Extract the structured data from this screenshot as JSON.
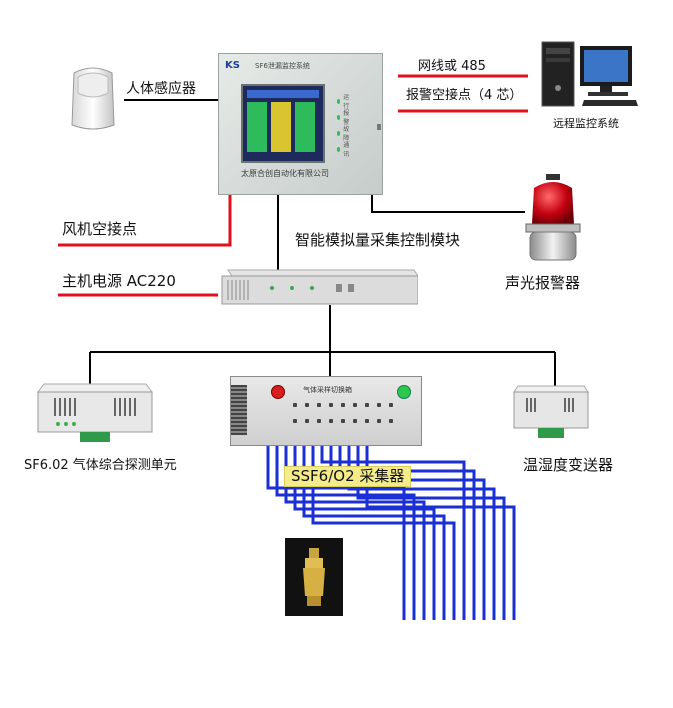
{
  "panel": {
    "logo": "KS",
    "title": "SF6泄漏监控系统",
    "company": "太原合创自动化有限公司",
    "indicator_labels": [
      "运行",
      "报警",
      "故障",
      "通讯"
    ]
  },
  "labels": {
    "human_sensor": "人体感应器",
    "network": "网线或 485",
    "alarm_contact": "报警空接点（4 芯）",
    "remote_system": "远程监控系统",
    "fan_contact": "风机空接点",
    "module": "智能模拟量采集控制模块",
    "host_power": "主机电源 AC220",
    "alarm_light": "声光报警器",
    "sf6_unit": "SF6.02 气体综合探测单元",
    "temp_humidity": "温湿度变送器",
    "collector": "SSF6/O2 采集器"
  },
  "collector_box": {
    "title": "气体采样切换箱"
  },
  "colors": {
    "red_line": "#e0101c",
    "blue_line": "#1a2fd6",
    "black_line": "#000000",
    "label_bg": "#f4ec8a"
  }
}
